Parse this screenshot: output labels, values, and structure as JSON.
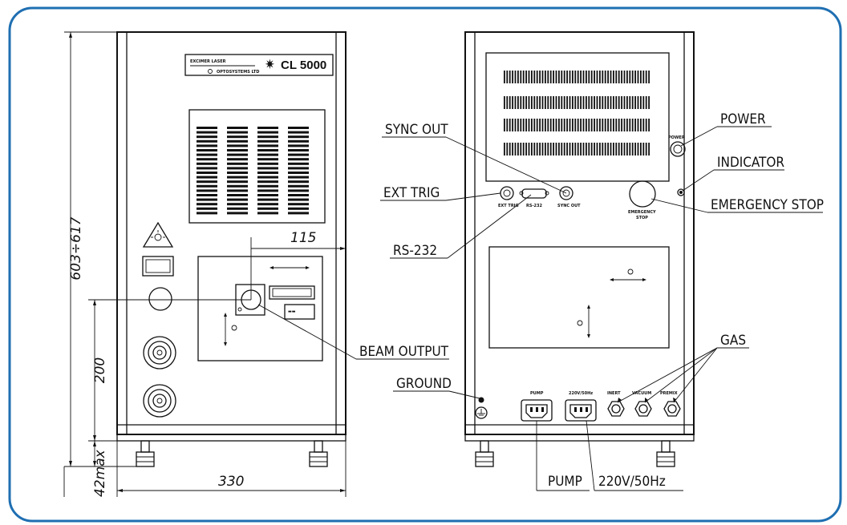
{
  "frame": {
    "border_color": "#1f6fb2"
  },
  "front": {
    "label_plate": {
      "line1": "EXCIMER LASER",
      "line2": "OPTOSYSTEMS LTD",
      "model": "CL 5000"
    },
    "dimensions": {
      "height": "603÷617",
      "width": "330",
      "beam_height": "200",
      "feet": "42max",
      "offset": "115"
    }
  },
  "back": {
    "panel_labels": {
      "ext_trig": "EXT TRIG",
      "rs232": "RS-232",
      "sync_out": "SYNC OUT",
      "emergency": "EMERGENCY",
      "stop": "STOP",
      "power": "POWER",
      "pump": "PUMP",
      "mains": "220V/50Hz",
      "inert": "INERT",
      "vacuum": "VACUUM",
      "premix": "PREMIX"
    }
  },
  "callouts": {
    "sync_out": "SYNC OUT",
    "ext_trig": "EXT TRIG",
    "rs232": "RS-232",
    "power": "POWER",
    "indicator": "INDICATOR",
    "emergency_stop": "EMERGENCY STOP",
    "beam_output": "BEAM OUTPUT",
    "ground": "GROUND",
    "gas": "GAS",
    "pump": "PUMP",
    "mains": "220V/50Hz"
  }
}
